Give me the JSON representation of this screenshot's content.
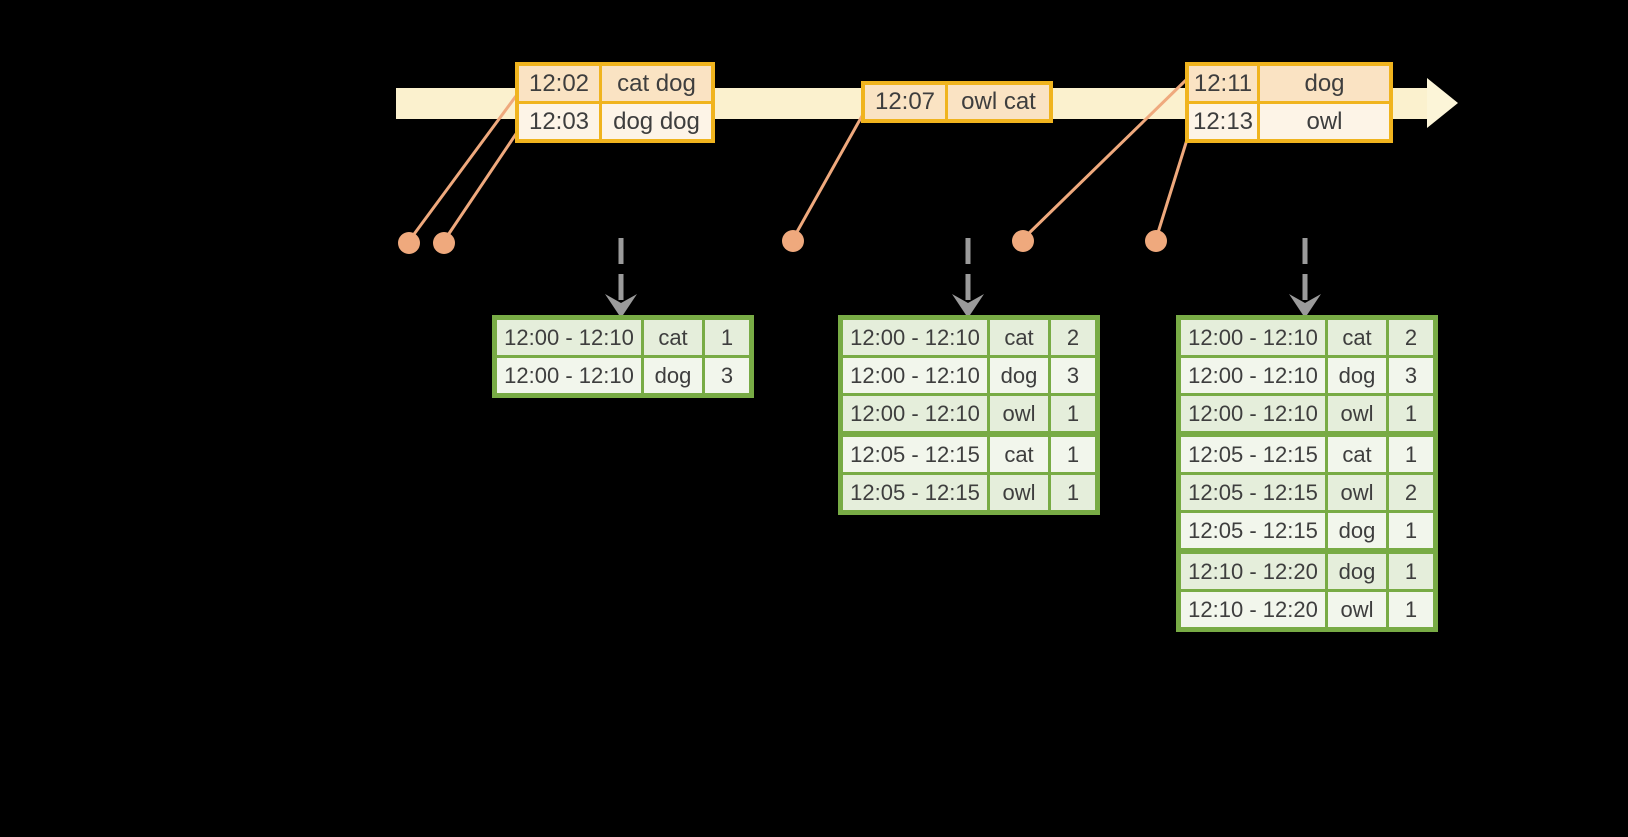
{
  "canvas": {
    "background": "#000000"
  },
  "colors": {
    "timeline_fill": "#FBF1CE",
    "timeline_head_fill": "#FCF5D8",
    "event_table_border": "#F0B41E",
    "event_row_fill_dark": "#FAE3C3",
    "event_row_fill_light": "#FDF4E7",
    "connector_and_dot": "#EFA97D",
    "trigger_arrow": "#9B9B9B",
    "result_table_border": "#78AB45",
    "result_row_fill_dark": "#E5EEDB",
    "result_row_fill_light": "#F2F6EC",
    "text": "#3E3E3E"
  },
  "event_tables": [
    {
      "rows": [
        {
          "time": "12:02",
          "words": "cat dog"
        },
        {
          "time": "12:03",
          "words": "dog dog"
        }
      ]
    },
    {
      "rows": [
        {
          "time": "12:07",
          "words": "owl cat"
        }
      ]
    },
    {
      "rows": [
        {
          "time": "12:11",
          "words": "dog"
        },
        {
          "time": "12:13",
          "words": "owl"
        }
      ]
    }
  ],
  "result_tables": [
    {
      "rows": [
        {
          "window": "12:00 - 12:10",
          "word": "cat",
          "count": "1"
        },
        {
          "window": "12:00 - 12:10",
          "word": "dog",
          "count": "3"
        }
      ]
    },
    {
      "rows": [
        {
          "window": "12:00 - 12:10",
          "word": "cat",
          "count": "2"
        },
        {
          "window": "12:00 - 12:10",
          "word": "dog",
          "count": "3"
        },
        {
          "window": "12:00 - 12:10",
          "word": "owl",
          "count": "1"
        },
        {
          "window": "12:05 - 12:15",
          "word": "cat",
          "count": "1"
        },
        {
          "window": "12:05 - 12:15",
          "word": "owl",
          "count": "1"
        }
      ]
    },
    {
      "rows": [
        {
          "window": "12:00 - 12:10",
          "word": "cat",
          "count": "2"
        },
        {
          "window": "12:00 - 12:10",
          "word": "dog",
          "count": "3"
        },
        {
          "window": "12:00 - 12:10",
          "word": "owl",
          "count": "1"
        },
        {
          "window": "12:05 - 12:15",
          "word": "cat",
          "count": "1"
        },
        {
          "window": "12:05 - 12:15",
          "word": "owl",
          "count": "2"
        },
        {
          "window": "12:05 - 12:15",
          "word": "dog",
          "count": "1"
        },
        {
          "window": "12:10 - 12:20",
          "word": "dog",
          "count": "1"
        },
        {
          "window": "12:10 - 12:20",
          "word": "owl",
          "count": "1"
        }
      ]
    }
  ]
}
